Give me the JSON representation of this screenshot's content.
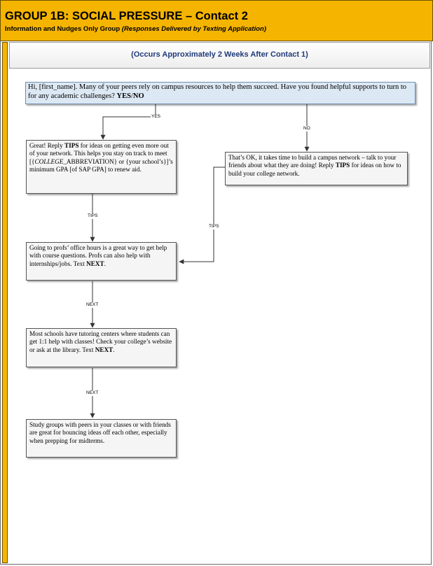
{
  "header": {
    "title": "GROUP 1B: SOCIAL PRESSURE – Contact 2",
    "subtitle_plain": "Information and Nudges Only Group ",
    "subtitle_italic": "(Responses Delivered by Texting Application)"
  },
  "subheader": "(Occurs Approximately 2 Weeks After Contact 1)",
  "nodes": {
    "q1": {
      "a": "Hi, [first_name]. Many of your peers rely on campus resources to help them succeed. Have you found helpful supports to turn to for any academic challenges? ",
      "b": "YES",
      "c": "/",
      "d": "NO"
    },
    "yes1": {
      "a": "Great! Reply ",
      "b": "TIPS",
      "c": " for ideas on getting even more out of your network. This helps you stay on track to meet [{",
      "d": "COLLEGE_",
      "e": "ABBREVIATION} or {your school’s}]’s minimum GPA [of SAP GPA] to renew aid."
    },
    "no1": {
      "a": "That’s OK, it takes time to build a campus network – talk to your friends about what they are doing! Reply ",
      "b": "TIPS",
      "c": " for ideas on how to build your college network."
    },
    "tips1": {
      "a": "Going to profs’ office hours is a great way to get help with course questions. Profs can also help with internships/jobs. Text ",
      "b": "NEXT",
      "c": "."
    },
    "next1": {
      "a": "Most schools have tutoring centers where students can get 1:1 help with classes! Check your college’s website or ask at the library. Text ",
      "b": "NEXT",
      "c": "."
    },
    "next2": {
      "a": "Study groups with peers in your classes or with friends are great for bouncing ideas off each other, especially when prepping for midterms."
    }
  },
  "edge_labels": {
    "yes": "YES",
    "no": "NO",
    "tips_left": "TIPS",
    "tips_right": "TIPS",
    "next_1": "NEXT",
    "next_2": "NEXT"
  },
  "colors": {
    "header": "#f5b400",
    "question_box": "#dce8f3",
    "subheader_text": "#1f3a7a"
  }
}
